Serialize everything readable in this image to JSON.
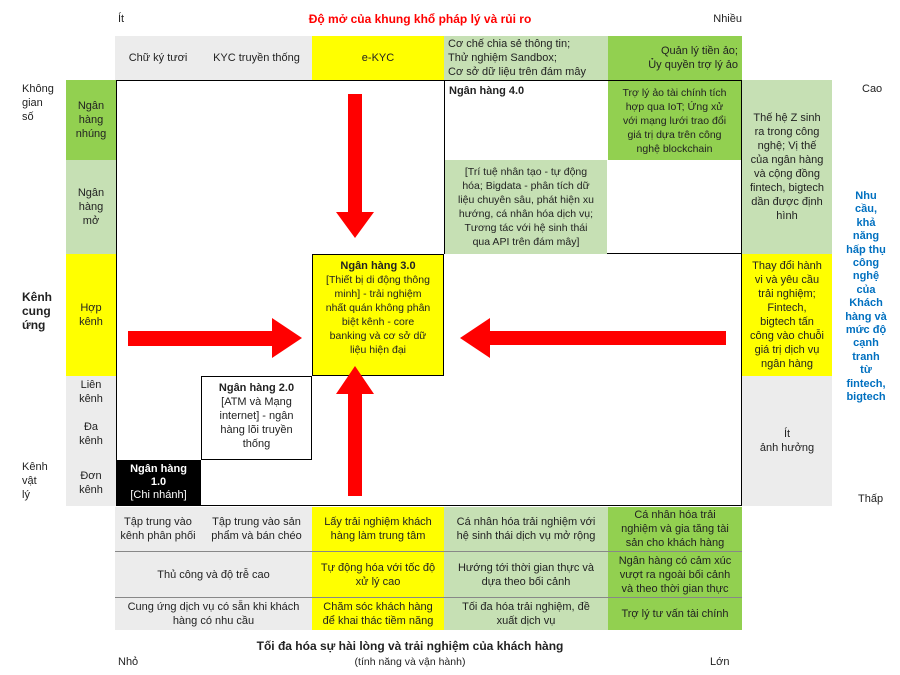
{
  "top": {
    "title": "Độ mở của khung khổ pháp lý và rủi ro",
    "left": "Ít",
    "right": "Nhiều",
    "cells": [
      "Chữ ký tươi",
      "KYC truyền thống",
      "e-KYC",
      "Cơ chế chia sẻ thông tin;\nThử nghiệm Sandbox;\nCơ sở dữ liệu trên đám mây",
      "Quản lý tiền ảo;\nỦy quyền trợ lý ảo"
    ]
  },
  "left": {
    "space_digital": "Không\ngian\nsố",
    "channel": "Kênh\ncung\nứng",
    "physical": "Kênh\nvật\nlý",
    "cells": [
      "Ngân\nhàng\nnhúng",
      "Ngân\nhàng\nmở",
      "Hợp\nkênh",
      "Liên\nkênh",
      "Đa\nkênh",
      "Đơn\nkênh"
    ]
  },
  "right": {
    "high": "Cao",
    "low": "Thấp",
    "demand": "Nhu\ncầu,\nkhả\nnăng\nhấp thụ\ncông\nnghệ\ncủa\nKhách\nhàng và\nmức độ\ncạnh\ntranh\ntừ\nfintech,\nbigtech",
    "cells": [
      "Thế hệ Z sinh\nra trong công\nnghệ; Vị thế\ncủa ngân hàng\nvà cộng đồng\nfintech, bigtech\ndần được định\nhình",
      "Thay đổi hành\nvi và yêu cầu\ntrải nghiệm;\nFintech,\nbigtech tấn\ncông vào chuỗi\ngiá trị dịch vụ\nngân hàng",
      "Ít\nảnh hưởng"
    ]
  },
  "stages": {
    "b1_title": "Ngân hàng\n1.0",
    "b1_sub": "[Chi nhánh]",
    "b2_title": "Ngân hàng 2.0",
    "b2_sub": "[ATM và Mạng\ninternet] - ngân\nhàng lõi truyền\nthống",
    "b3_title": "Ngân hàng 3.0",
    "b3_sub": "[Thiết bị di động thông\nminh] - trải nghiệm\nnhất quán không phân\nbiệt kênh - core\nbanking và cơ sở dữ\nliệu hiện đại",
    "b4_title": "Ngân hàng 4.0",
    "b4_ai": "[Trí tuệ nhân tạo - tự động\nhóa; Bigdata - phân tích dữ\nliệu chuyên sâu, phát hiện xu\nhướng, cá nhân hóa dịch vụ;\nTương tác với hệ sinh thái\nqua API trên đám mây]",
    "b4_iot": "Trợ lý ảo tài chính tích\nhợp qua IoT; Ứng xử\nvới mạng lưới trao đổi\ngiá trị dựa trên công\nnghệ blockchain"
  },
  "bottom": {
    "row1": [
      "Tập trung vào\nkênh phân phối",
      "Tập trung vào sản\nphẩm và bán chéo",
      "Lấy trải nghiệm khách\nhàng làm trung tâm",
      "Cá nhân hóa trải nghiệm với\nhệ sinh thái dịch vụ mở rộng",
      "Cá nhân hóa trải\nnghiệm và gia tăng tài\nsản cho khách hàng"
    ],
    "row2": [
      "Thủ công và độ trễ cao",
      "Tự động hóa với tốc độ\nxử lý cao",
      "Hướng tới thời gian thực và\ndựa theo bối cảnh",
      "Ngân hàng có cảm xúc\nvượt ra ngoài bối cảnh\nvà theo thời gian thực"
    ],
    "row3": [
      "Cung ứng dịch vụ có sẵn khi khách\nhàng có nhu cầu",
      "Chăm sóc khách hàng\nđể khai thác tiềm năng",
      "Tối đa hóa trải nghiệm, đề\nxuất dịch vụ",
      "Trợ lý tư vấn tài chính"
    ],
    "title": "Tối đa hóa sự hài lòng và trải nghiệm của khách hàng",
    "subtitle": "(tính năng và vận hành)",
    "left": "Nhỏ",
    "right": "Lớn"
  },
  "colors": {
    "arrow": "#ff0000",
    "demand_text": "#0070c0",
    "title_red": "#ff0000",
    "yellow": "#ffff00",
    "green": "#92d050",
    "light_green": "#c6e0b4",
    "gray": "#ececec"
  }
}
